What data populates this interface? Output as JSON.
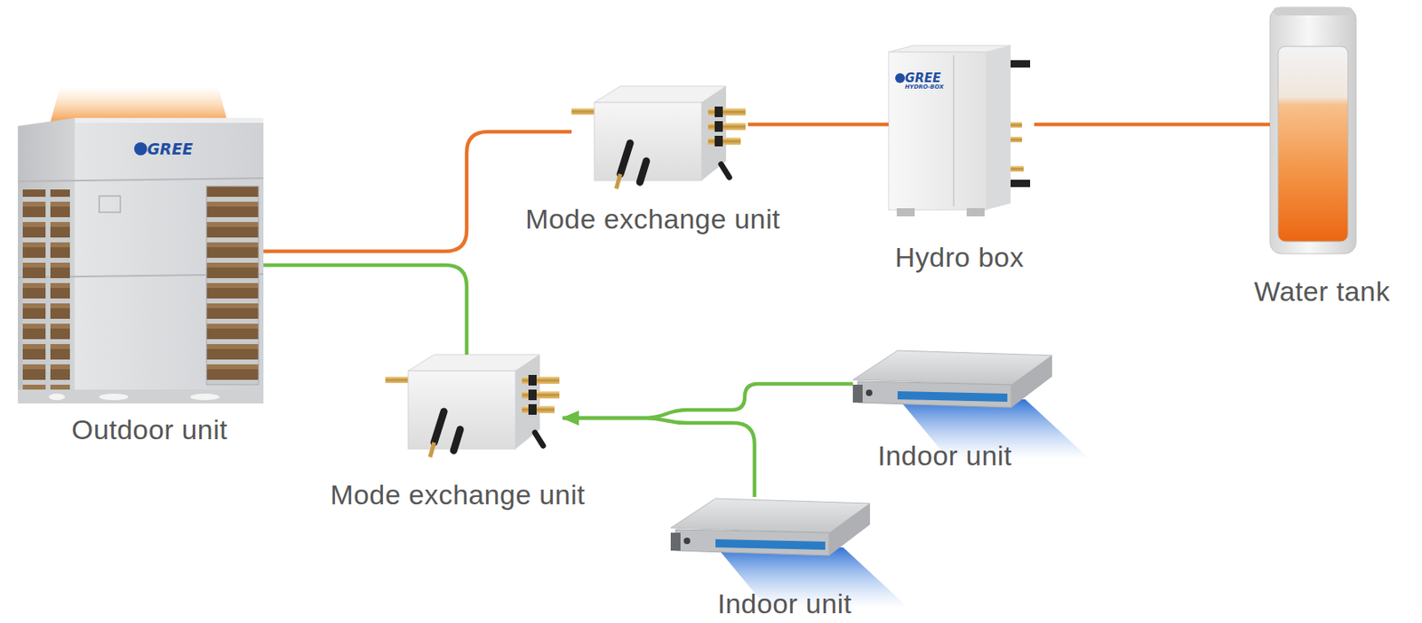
{
  "diagram": {
    "nodes": [
      {
        "text": [
          "Mode exchange unit"
        ]
      },
      {
        "text": [
          "Hydro box"
        ]
      },
      {
        "text": [
          "Water tank"
        ]
      },
      {
        "text": [
          "Outdoor unit"
        ]
      },
      {
        "text": [
          "Mode exchange unit"
        ]
      },
      {
        "text": [
          "Indoor unit"
        ]
      },
      {
        "text": [
          "Indoor unit"
        ]
      }
    ],
    "edges": [
      {
        "from": 3,
        "to": 0,
        "arrow": "none"
      },
      {
        "from": 0,
        "to": 1,
        "arrow": "none"
      },
      {
        "from": 1,
        "to": 2,
        "arrow": "none"
      },
      {
        "from": 3,
        "to": 4,
        "arrow": "none"
      },
      {
        "from": 5,
        "to": 4,
        "arrow": "to"
      },
      {
        "from": 6,
        "to": 4,
        "arrow": "to"
      }
    ],
    "labels": [
      "GREE",
      "GREE",
      "HYDRO-BOX"
    ]
  }
}
